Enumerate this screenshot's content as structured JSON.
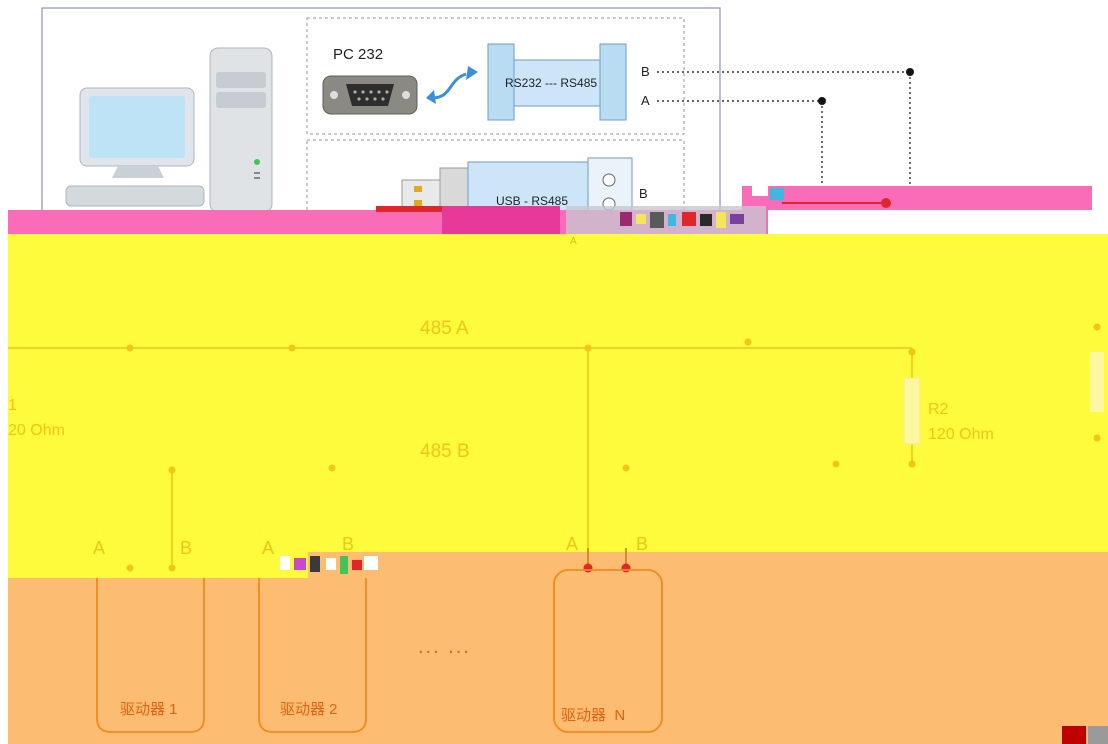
{
  "pc_section": {
    "pc232_label": "PC 232",
    "rs232_converter_label": "RS232 --- RS485",
    "usb_converter_label": "USB - RS485",
    "line_b": "B",
    "line_a": "A",
    "usb_line_b": "B",
    "usb_line_a": "A"
  },
  "bus": {
    "line_a_label": "485 A",
    "line_b_label": "485 B",
    "r1_name": "1",
    "r1_value": "20 Ohm",
    "r2_name": "R2",
    "r2_value": "120 Ohm"
  },
  "drivers": [
    {
      "name": "驱动器 1",
      "pin_a": "A",
      "pin_b": "B"
    },
    {
      "name": "驱动器 2",
      "pin_a": "A",
      "pin_b": "B"
    },
    {
      "name": "驱动器  N",
      "pin_a": "A",
      "pin_b": "B"
    }
  ],
  "ellipsis": "... ...",
  "colors": {
    "bus_band": "#fdfb3c",
    "driver_band": "#fcbd73",
    "glitch_band": "#fa6bb8",
    "bus_line": "#f2c518",
    "driver_outline": "#f28a1e",
    "connector_dot": "#e0262a",
    "converter_fill": "#b9dcf2"
  }
}
